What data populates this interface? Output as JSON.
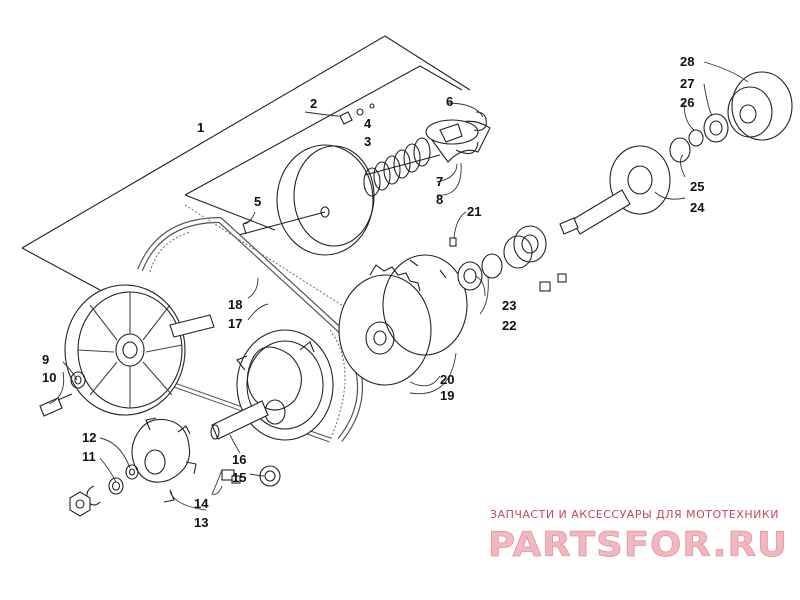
{
  "callouts": {
    "c1": "1",
    "c2": "2",
    "c3": "3",
    "c4": "4",
    "c5": "5",
    "c6": "6",
    "c7": "7",
    "c8": "8",
    "c9": "9",
    "c10": "10",
    "c11": "11",
    "c12": "12",
    "c13": "13",
    "c14": "14",
    "c15": "15",
    "c16": "16",
    "c17": "17",
    "c18": "18",
    "c19": "19",
    "c20": "20",
    "c21": "21",
    "c22": "22",
    "c23": "23",
    "c24": "24",
    "c25": "25",
    "c26": "26",
    "c27": "27",
    "c28": "28"
  },
  "watermark": {
    "tagline": "ЗАПЧАСТИ И АКСЕССУАРЫ ДЛЯ МОТОТЕХНИКИ",
    "brand": "PARTSFOR.RU"
  }
}
